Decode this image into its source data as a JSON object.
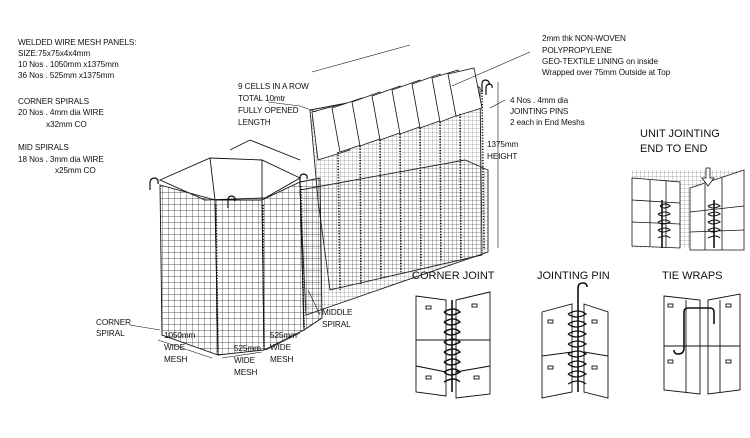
{
  "panels_spec": {
    "title": "WELDED WIRE MESH PANELS:",
    "size": "SIZE:75x75x4x4mm",
    "line1": "10 Nos . 1050mm x1375mm",
    "line2": "36 Nos . 525mm x1375mm"
  },
  "corner_spirals": {
    "title": "CORNER SPIRALS",
    "line1": "20 Nos . 4mm dia WIRE",
    "line2": "x32mm CO"
  },
  "mid_spirals": {
    "title": "MID SPIRALS",
    "line1": "18 Nos . 3mm dia WIRE",
    "line2": "x25mm CO"
  },
  "cells_note": {
    "line1": "9 CELLS IN A ROW",
    "line2": "TOTAL 10mtr",
    "line3": "FULLY OPENED",
    "line4": "LENGTH"
  },
  "lining_note": {
    "line1": "2mm thk NON-WOVEN",
    "line2": "POLYPROPYLENE",
    "line3": "GEO-TEXTILE LINING on inside",
    "line4": "Wrapped over 75mm Outside at Top"
  },
  "jointing_pins_note": {
    "line1": "4 Nos . 4mm dia",
    "line2": "JOINTING PINS",
    "line3": "2 each in End Meshs"
  },
  "height_label": {
    "value": "1375mm",
    "text": "HEIGHT"
  },
  "bottom_labels": {
    "corner_spiral": [
      "CORNER",
      "SPIRAL"
    ],
    "wide_1050": [
      "1050mm",
      "WIDE",
      "MESH"
    ],
    "wide_525a": [
      "525mm",
      "WIDE",
      "MESH"
    ],
    "wide_525b": [
      "525mm",
      "WIDE",
      "MESH"
    ],
    "middle_spiral": [
      "MIDDLE",
      "SPIRAL"
    ]
  },
  "detail_titles": {
    "unit_jointing": [
      "UNIT JOINTING",
      "END TO END"
    ],
    "corner_joint": "CORNER JOINT",
    "jointing_pin": "JOINTING PIN",
    "tie_wraps": "TIE WRAPS"
  }
}
